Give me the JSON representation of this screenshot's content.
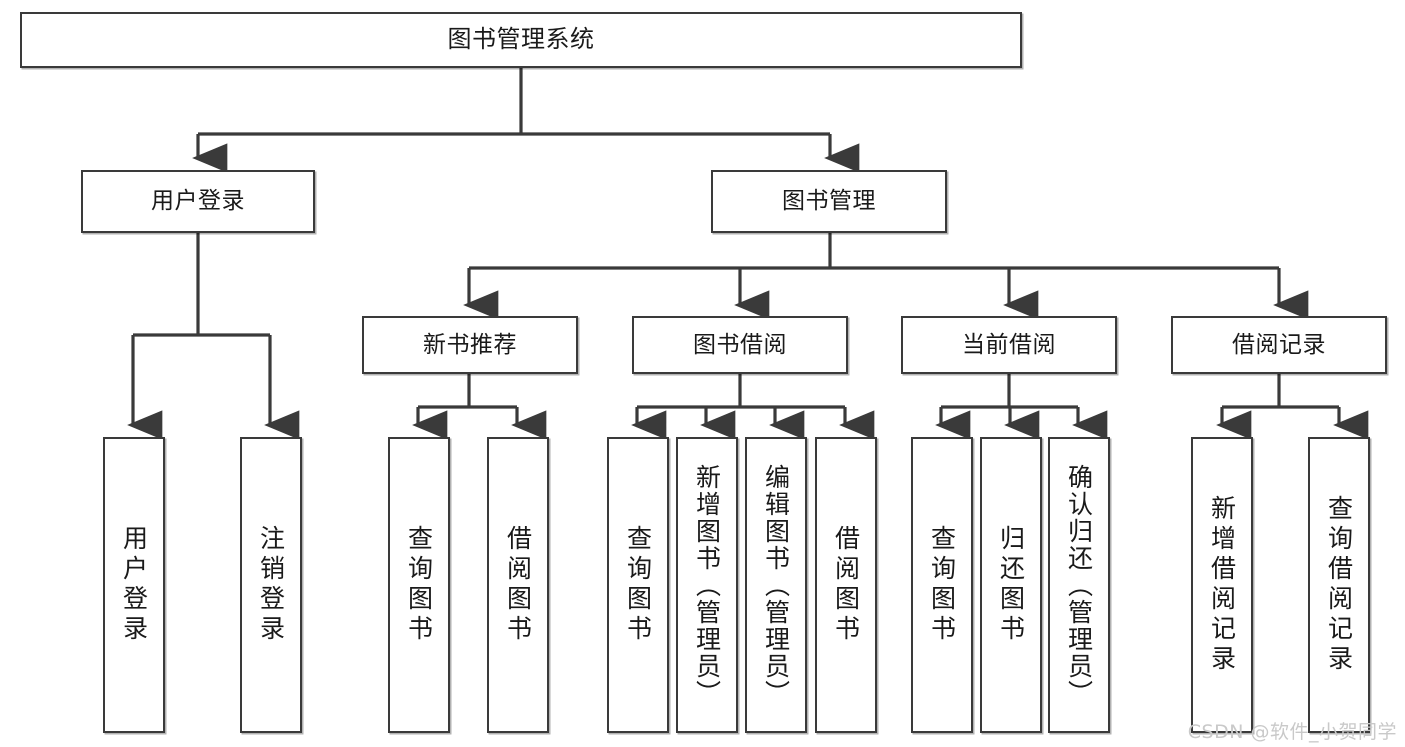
{
  "diagram": {
    "title": "图书管理系统",
    "type": "tree-hierarchy-chart",
    "watermark": "CSDN @软件_小贺同学",
    "colors": {
      "box_border": "#3a3a3a",
      "box_fill": "#ffffff",
      "edge": "#3a3a3a",
      "text": "#1a1a1a",
      "watermark": "#c9c9c9",
      "background": "#ffffff"
    },
    "root": {
      "label": "图书管理系统"
    },
    "level2": [
      {
        "label": "用户登录"
      },
      {
        "label": "图书管理"
      }
    ],
    "level3": [
      {
        "label": "新书推荐"
      },
      {
        "label": "图书借阅"
      },
      {
        "label": "当前借阅"
      },
      {
        "label": "借阅记录"
      }
    ],
    "leaves": {
      "user_login": [
        {
          "label": "用户登录"
        },
        {
          "label": "注销登录"
        }
      ],
      "new_book_recommend": [
        {
          "label": "查询图书"
        },
        {
          "label": "借阅图书"
        }
      ],
      "book_borrow": [
        {
          "label": "查询图书"
        },
        {
          "label": "新增图书（管理员）"
        },
        {
          "label": "编辑图书（管理员）"
        },
        {
          "label": "借阅图书"
        }
      ],
      "current_borrow": [
        {
          "label": "查询图书"
        },
        {
          "label": "归还图书"
        },
        {
          "label": "确认归还（管理员）"
        }
      ],
      "borrow_records": [
        {
          "label": "新增借阅记录"
        },
        {
          "label": "查询借阅记录"
        }
      ]
    }
  }
}
